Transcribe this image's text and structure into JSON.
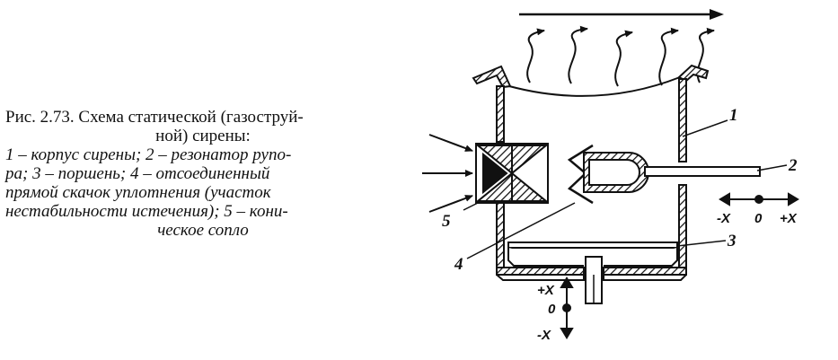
{
  "caption": {
    "line1": "Рис. 2.73. Схема статической (газоструй-",
    "line2": "ной) сирены:",
    "line3": "1 – корпус сирены; 2 – резонатор рупо-",
    "line4": "ра; 3 – поршень; 4 – отсоединенный",
    "line5": "прямой скачок уплотнения (участок",
    "line6": "нестабильности истечения); 5 – кони-",
    "line7": "ческое сопло"
  },
  "diagram": {
    "part_labels": {
      "p1": "1",
      "p2": "2",
      "p3": "3",
      "p4": "4",
      "p5": "5"
    },
    "horizontal_axis": {
      "minus": "-X",
      "zero": "0",
      "plus": "+X"
    },
    "vertical_axis": {
      "plus": "+X",
      "zero": "0",
      "minus": "-X"
    }
  }
}
